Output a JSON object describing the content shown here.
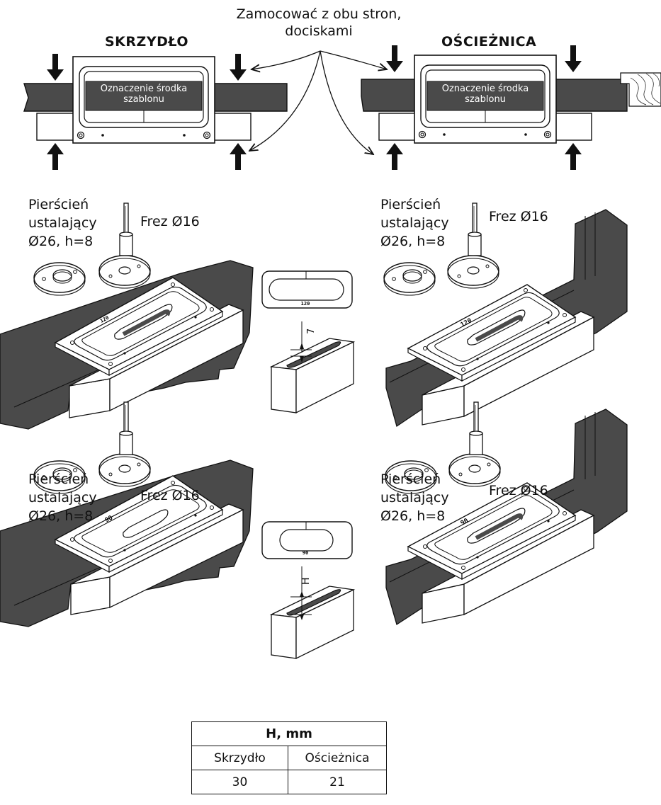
{
  "note": {
    "line1": "Zamocować z obu stron,",
    "line2": "dociskami"
  },
  "left_heading": "SKRZYDŁO",
  "right_heading": "OŚCIEŻNICA",
  "plate_label": {
    "line1": "Oznaczenie środka",
    "line2": "szablonu"
  },
  "ring_label": {
    "line1": "Pierścień",
    "line2": "ustalający",
    "line3": "Ø26, h=8"
  },
  "cutter_label": "Frez Ø16",
  "slot_120": "120",
  "slot_90": "90",
  "depth_label": "7",
  "h_label": "H",
  "table": {
    "title": "H, mm",
    "headers": [
      "Skrzydło",
      "Ościeżnica"
    ],
    "values": [
      "30",
      "21"
    ]
  },
  "colors": {
    "dark": "#4a4a4a",
    "plate": "#ffffff",
    "line": "#111111"
  }
}
